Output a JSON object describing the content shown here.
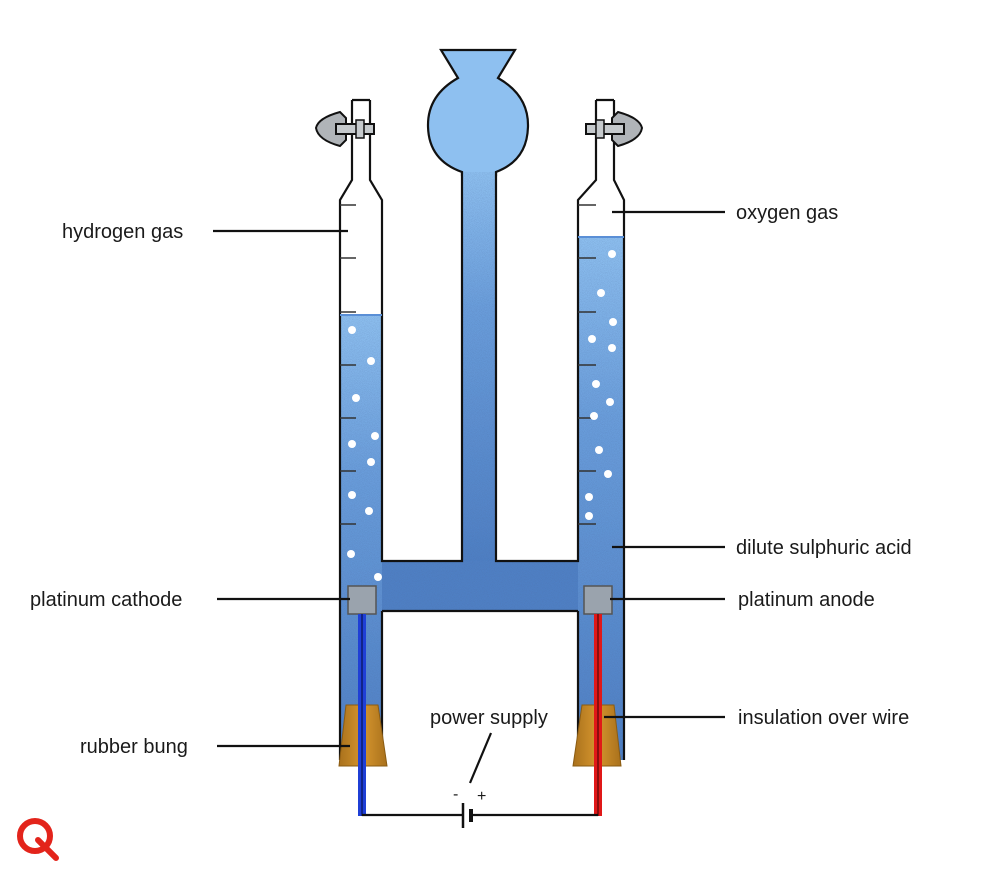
{
  "labels": {
    "hydrogen_gas": "hydrogen gas",
    "oxygen_gas": "oxygen gas",
    "dilute_acid": "dilute sulphuric acid",
    "cathode": "platinum cathode",
    "anode": "platinum anode",
    "power_supply": "power supply",
    "rubber_bung": "rubber bung",
    "insulation": "insulation over wire",
    "minus": "-",
    "plus": "+"
  },
  "logo": {
    "text": "Q"
  },
  "colors": {
    "liquid_light": "#8ec0f0",
    "liquid_dark": "#4e7fc4",
    "electrode": "#9aa3ad",
    "bung": "#c98a26",
    "wire_negative": "#1f3fd6",
    "wire_positive": "#e01818",
    "logo": "#e3241b",
    "tap": "#b0b4b8"
  },
  "icons": [
    "stopcock-tap-icon",
    "battery-cell-icon",
    "logo-q-icon"
  ]
}
